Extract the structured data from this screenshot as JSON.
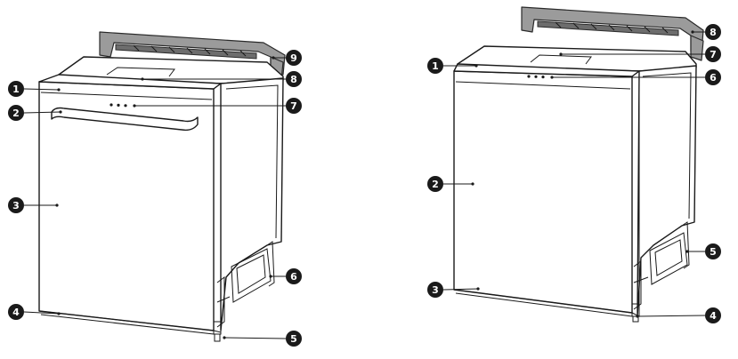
{
  "figures": [
    {
      "id": "dishwasher-front-view-a",
      "callouts": [
        {
          "number": "1",
          "part": "control-panel"
        },
        {
          "number": "2",
          "part": "door-handle"
        },
        {
          "number": "3",
          "part": "door"
        },
        {
          "number": "4",
          "part": "base"
        },
        {
          "number": "5",
          "part": "leveling-leg"
        },
        {
          "number": "6",
          "part": "side-panel"
        },
        {
          "number": "7",
          "part": "indicator-lights"
        },
        {
          "number": "8",
          "part": "top-panel"
        },
        {
          "number": "9",
          "part": "mounting-frame"
        }
      ]
    },
    {
      "id": "dishwasher-front-view-b",
      "callouts": [
        {
          "number": "1",
          "part": "control-panel"
        },
        {
          "number": "2",
          "part": "door"
        },
        {
          "number": "3",
          "part": "base"
        },
        {
          "number": "4",
          "part": "leveling-leg"
        },
        {
          "number": "5",
          "part": "side-panel"
        },
        {
          "number": "6",
          "part": "indicator-lights"
        },
        {
          "number": "7",
          "part": "top-panel"
        },
        {
          "number": "8",
          "part": "mounting-frame"
        }
      ]
    }
  ],
  "colors": {
    "outline": "#1a1a1a",
    "frame": "#9b9b9b",
    "callout_fill": "#1a1a1a",
    "callout_text": "#ffffff"
  }
}
